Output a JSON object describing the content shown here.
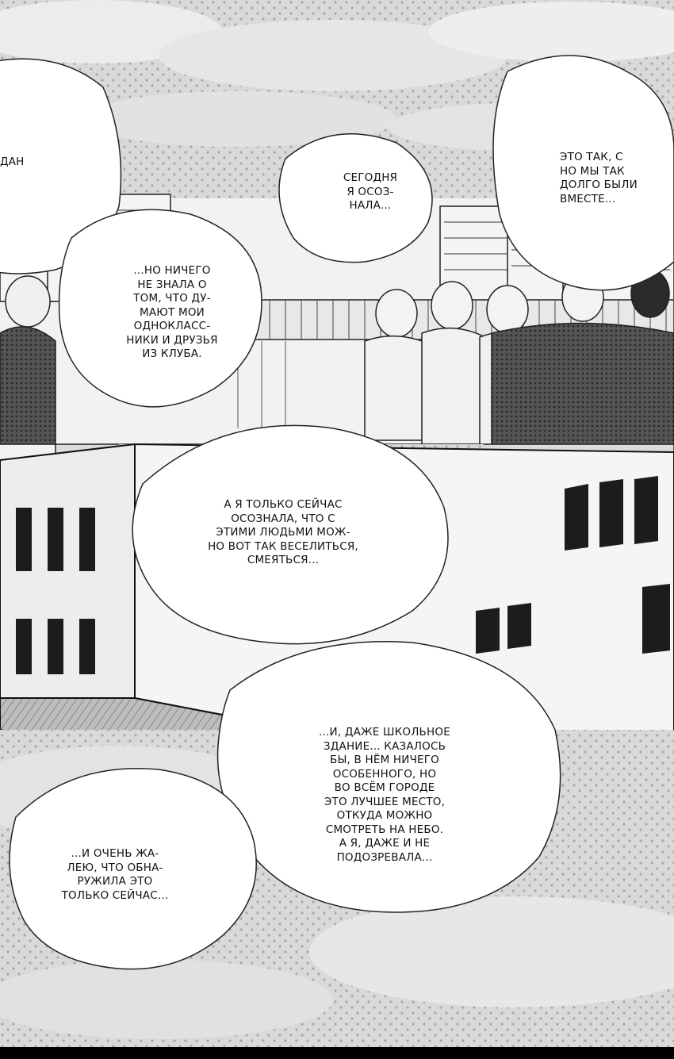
{
  "page": {
    "background": "#f2f2f2",
    "ink": "#111111",
    "bubble_fill": "#ffffff"
  },
  "bubbles": [
    {
      "id": "t1",
      "text": "ДАН"
    },
    {
      "id": "t2",
      "text": "СЕГОДНЯ\nЯ ОСОЗ-\nНАЛА..."
    },
    {
      "id": "t3",
      "text": "ЭТО ТАК, С\nНО МЫ ТАК\nДОЛГО БЫЛИ\nВМЕСТЕ..."
    },
    {
      "id": "t4",
      "text": "...НО НИЧЕГО\nНЕ ЗНАЛА О\nТОМ, ЧТО ДУ-\nМАЮТ МОИ\nОДНОКЛАСС-\nНИКИ И ДРУЗЬЯ\nИЗ КЛУБА."
    },
    {
      "id": "t5",
      "text": "А Я ТОЛЬКО СЕЙЧАС\nОСОЗНАЛА, ЧТО С\nЭТИМИ ЛЮДЬМИ МОЖ-\nНО ВОТ ТАК ВЕСЕЛИТЬСЯ,\nСМЕЯТЬСЯ..."
    },
    {
      "id": "t6",
      "text": "...И, ДАЖЕ ШКОЛЬНОЕ\nЗДАНИЕ... КАЗАЛОСЬ\nБЫ, В НЁМ НИЧЕГО\nОСОБЕННОГО, НО\nВО ВСЁМ ГОРОДЕ\nЭТО ЛУЧШЕЕ МЕСТО,\nОТКУДА МОЖНО\nСМОТРЕТЬ НА НЕБО.\nА Я, ДАЖЕ И НЕ\nПОДОЗРЕВАЛА..."
    },
    {
      "id": "t7",
      "text": "...И ОЧЕНЬ ЖА-\nЛЕЮ, ЧТО ОБНА-\nРУЖИЛА ЭТО\nТОЛЬКО СЕЙЧАС..."
    }
  ]
}
